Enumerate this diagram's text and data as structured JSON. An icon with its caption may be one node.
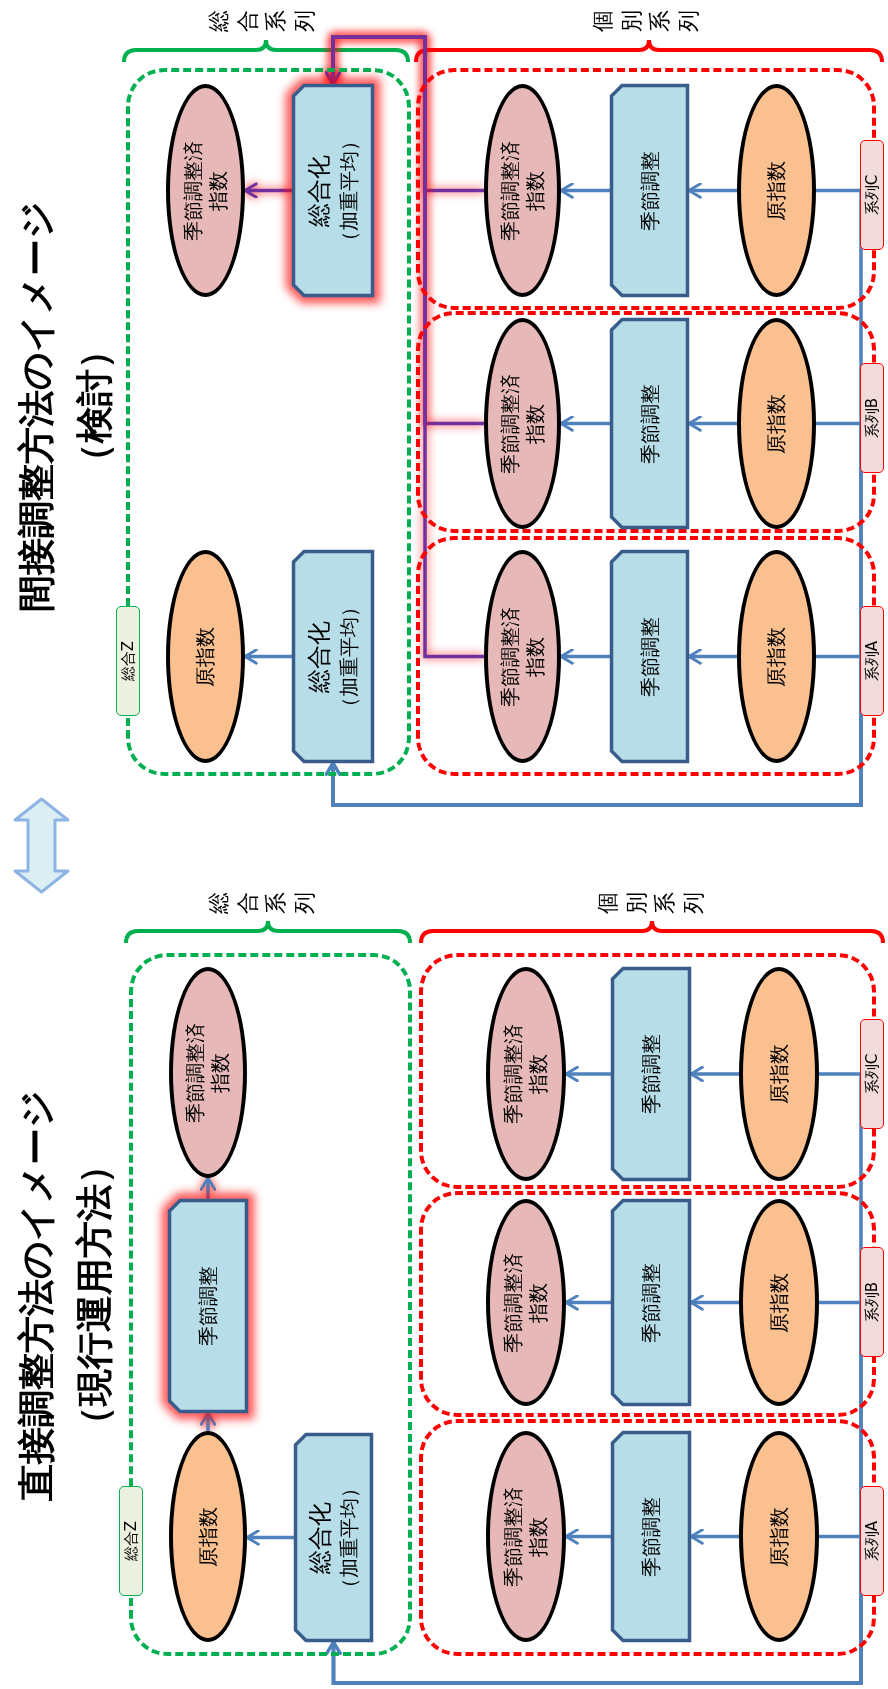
{
  "diagram": {
    "nodes": [
      {
        "text": [
          "総合Z"
        ]
      },
      {
        "text": [
          "季節調整済指数"
        ],
        "in": 0
      },
      {
        "text": [
          "総合化",
          "（加重平均）"
        ],
        "in": 0
      },
      {
        "text": [
          "原指数"
        ],
        "in": 0
      },
      {
        "text": [
          "総合化",
          "（加重平均）"
        ],
        "in": 0
      },
      {
        "text": [
          "系列C"
        ]
      },
      {
        "text": [
          "季節調整済指数"
        ],
        "in": 5
      },
      {
        "text": [
          "季節調整"
        ],
        "in": 5
      },
      {
        "text": [
          "原指数"
        ],
        "in": 5
      },
      {
        "text": [
          "系列B"
        ]
      },
      {
        "text": [
          "季節調整済指数"
        ],
        "in": 9
      },
      {
        "text": [
          "季節調整"
        ],
        "in": 9
      },
      {
        "text": [
          "原指数"
        ],
        "in": 9
      },
      {
        "text": [
          "系列A"
        ]
      },
      {
        "text": [
          "季節調整済指数"
        ],
        "in": 13
      },
      {
        "text": [
          "季節調整"
        ],
        "in": 13
      },
      {
        "text": [
          "原指数"
        ],
        "in": 13
      },
      {
        "text": [
          "総合Z"
        ]
      },
      {
        "text": [
          "季節調整済指数"
        ],
        "in": 17
      },
      {
        "text": [
          "季節調整"
        ],
        "in": 17
      },
      {
        "text": [
          "原指数"
        ],
        "in": 17
      },
      {
        "text": [
          "総合化",
          "（加重平均）"
        ],
        "in": 17
      },
      {
        "text": [
          "系列C"
        ]
      },
      {
        "text": [
          "季節調整済指数"
        ],
        "in": 22
      },
      {
        "text": [
          "季節調整"
        ],
        "in": 22
      },
      {
        "text": [
          "原指数"
        ],
        "in": 22
      },
      {
        "text": [
          "系列B"
        ]
      },
      {
        "text": [
          "季節調整済指数"
        ],
        "in": 26
      },
      {
        "text": [
          "季節調整"
        ],
        "in": 26
      },
      {
        "text": [
          "原指数"
        ],
        "in": 26
      },
      {
        "text": [
          "系列A"
        ]
      },
      {
        "text": [
          "季節調整済指数"
        ],
        "in": 30
      },
      {
        "text": [
          "季節調整"
        ],
        "in": 30
      },
      {
        "text": [
          "原指数"
        ],
        "in": 30
      }
    ],
    "edges": [
      {
        "from": 2,
        "to": 1,
        "arrow": "to",
        "color": "#7030a0"
      },
      {
        "from": 4,
        "to": 3,
        "arrow": "to"
      },
      {
        "from": 8,
        "to": 7,
        "arrow": "to"
      },
      {
        "from": 7,
        "to": 6,
        "arrow": "to"
      },
      {
        "from": 6,
        "to": 2,
        "arrow": "to",
        "color": "#7030a0"
      },
      {
        "from": 8,
        "to": 4,
        "arrow": "to"
      },
      {
        "from": 12,
        "to": 11,
        "arrow": "to"
      },
      {
        "from": 11,
        "to": 10,
        "arrow": "to"
      },
      {
        "from": 10,
        "to": 2,
        "arrow": "to",
        "color": "#7030a0"
      },
      {
        "from": 12,
        "to": 4,
        "arrow": "to"
      },
      {
        "from": 16,
        "to": 15,
        "arrow": "to"
      },
      {
        "from": 15,
        "to": 14,
        "arrow": "to"
      },
      {
        "from": 14,
        "to": 2,
        "arrow": "to",
        "color": "#7030a0"
      },
      {
        "from": 16,
        "to": 4,
        "arrow": "to"
      },
      {
        "from": 21,
        "to": 20,
        "arrow": "to"
      },
      {
        "from": 20,
        "to": 19,
        "arrow": "to"
      },
      {
        "from": 19,
        "to": 18,
        "arrow": "to"
      },
      {
        "from": 25,
        "to": 24,
        "arrow": "to"
      },
      {
        "from": 24,
        "to": 23,
        "arrow": "to"
      },
      {
        "from": 25,
        "to": 21,
        "arrow": "to"
      },
      {
        "from": 29,
        "to": 28,
        "arrow": "to"
      },
      {
        "from": 28,
        "to": 27,
        "arrow": "to"
      },
      {
        "from": 29,
        "to": 21,
        "arrow": "to"
      },
      {
        "from": 33,
        "to": 32,
        "arrow": "to"
      },
      {
        "from": 32,
        "to": 31,
        "arrow": "to"
      },
      {
        "from": 33,
        "to": 21,
        "arrow": "to"
      }
    ],
    "labels": [
      "間接調整方法のイメージ（検討）",
      "総合系列",
      "個別系列",
      "直接調整方法のイメージ（現行運用方法）",
      "総合系列",
      "個別系列"
    ]
  }
}
